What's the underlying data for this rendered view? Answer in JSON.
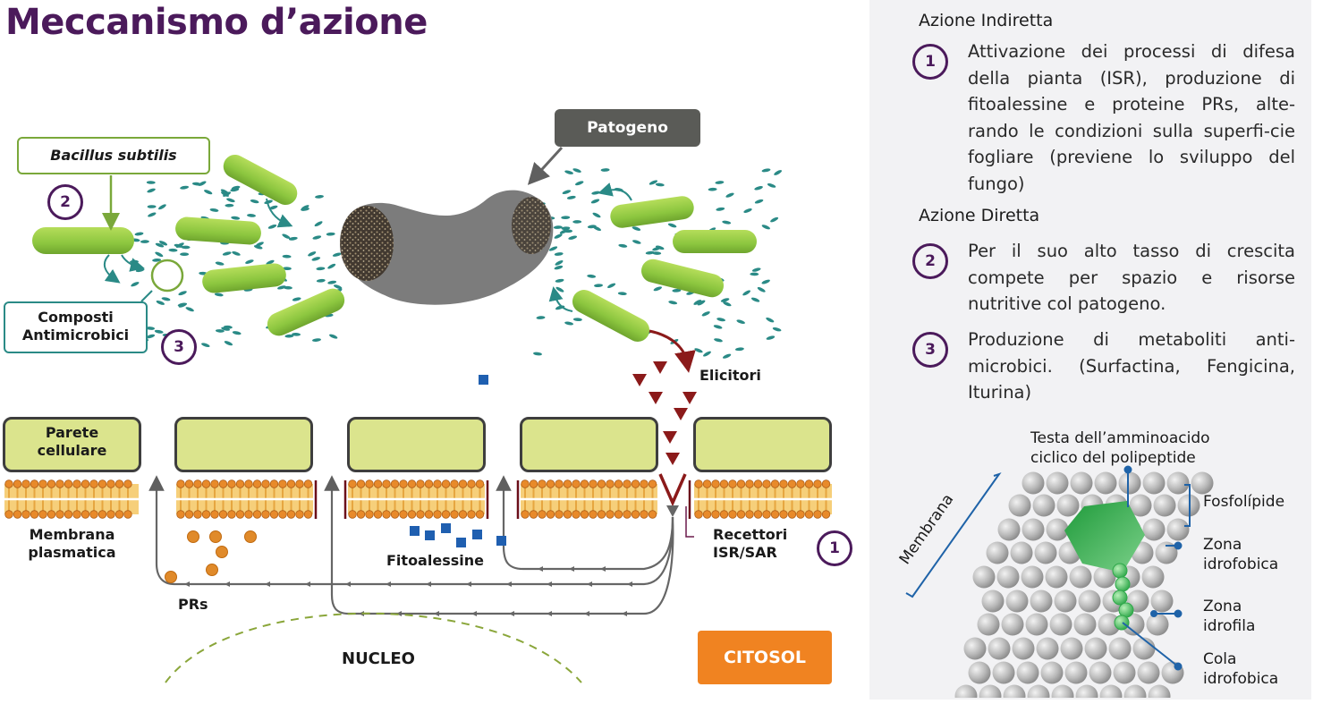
{
  "title": "Meccanismo d’azione",
  "diagram": {
    "callouts": {
      "bacillus": "Bacillus subtilis",
      "patogeno": "Patogeno",
      "composti_line1": "Composti",
      "composti_line2": "Antimicrobici"
    },
    "labels": {
      "elicitori": "Elicitori",
      "parete_line1": "Parete",
      "parete_line2": "cellulare",
      "membrana_line1": "Membrana",
      "membrana_line2": "plasmatica",
      "fitoalessine": "Fitoalessine",
      "recettori_line1": "Recettori",
      "recettori_line2": "ISR/SAR",
      "prs": "PRs",
      "nucleo": "NUCLEO",
      "citosol": "CITOSOL"
    },
    "markers": [
      "1",
      "2",
      "3"
    ],
    "colors": {
      "title_purple": "#4b1a5b",
      "bacteria_green": "#8cc63f",
      "compound_teal": "#2a8a86",
      "elicitor_red": "#8b1a1a",
      "wall_fill": "#dbe48d",
      "membrane_orange": "#e88a2a",
      "fitoalessine_blue": "#1f5fb0",
      "citosol_orange": "#f08321",
      "pathogen_grey": "#7c7c7c"
    }
  },
  "panel": {
    "indirect": {
      "heading": "Azione Indiretta",
      "items": [
        {
          "num": "1",
          "text": "Attivazione dei processi di difesa della pianta (ISR), produzione di fitoalessine e proteine PRs, alte-rando le condizioni sulla superfi-cie fogliare (previene lo sviluppo del fungo)"
        }
      ]
    },
    "direct": {
      "heading": "Azione Diretta",
      "items": [
        {
          "num": "2",
          "text": "Per il suo alto tasso di crescita compete per spazio e risorse nutritive col patogeno."
        },
        {
          "num": "3",
          "text": "Produzione di metaboliti anti-microbici. (Surfactina, Fengicina, Iturina)"
        }
      ]
    },
    "membrane_figure": {
      "head_label_line1": "Testa dell’amminoacido",
      "head_label_line2": "ciclico del polipeptide",
      "membrana": "Membrana",
      "fosfolipide": "Fosfolípide",
      "zona_idrofobica_line1": "Zona",
      "zona_idrofobica_line2": "idrofobica",
      "zona_idrofila_line1": "Zona",
      "zona_idrofila_line2": "idrofila",
      "cola_line1": "Cola",
      "cola_line2": "idrofobica"
    }
  }
}
